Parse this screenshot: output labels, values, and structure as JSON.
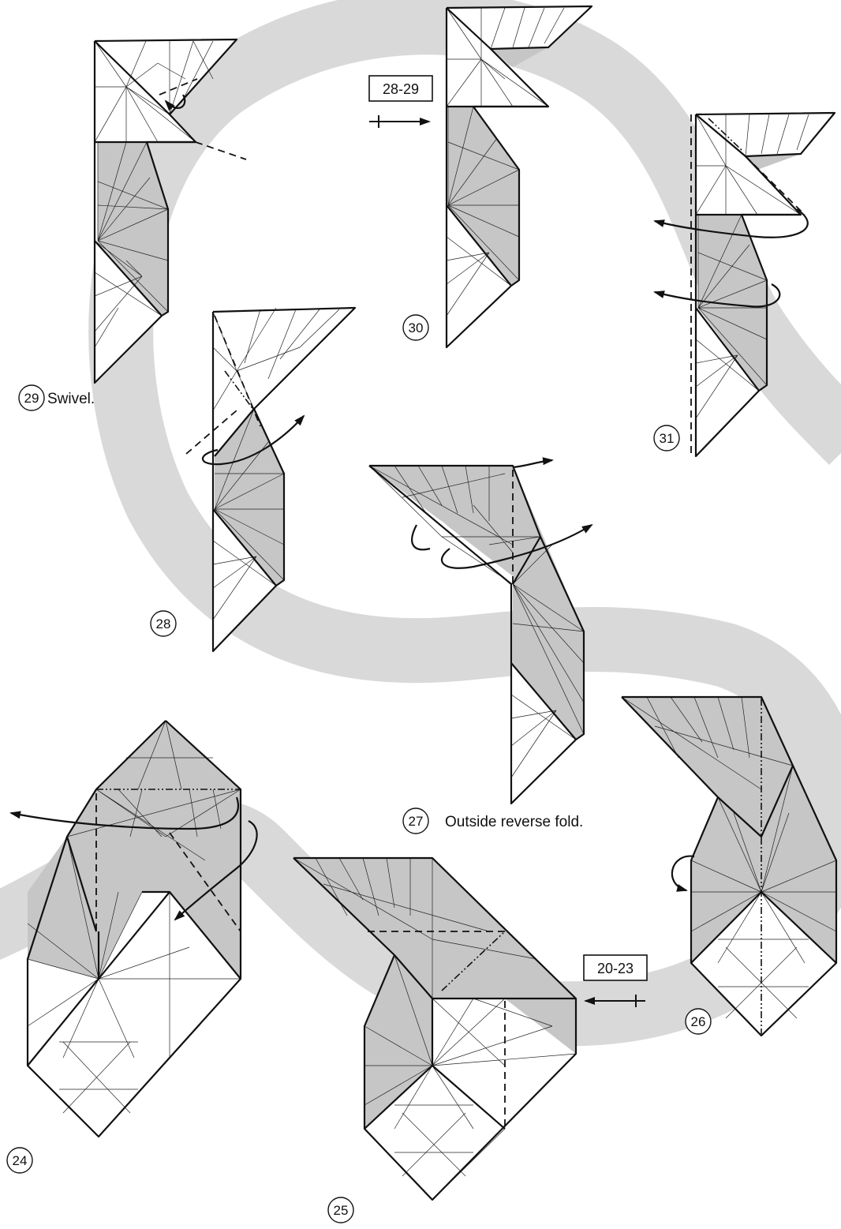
{
  "steps": [
    {
      "number": "24",
      "caption": ""
    },
    {
      "number": "25",
      "caption": ""
    },
    {
      "number": "26",
      "caption": ""
    },
    {
      "number": "27",
      "caption": "Outside reverse fold."
    },
    {
      "number": "28",
      "caption": ""
    },
    {
      "number": "29",
      "caption": "Swivel."
    },
    {
      "number": "30",
      "caption": ""
    },
    {
      "number": "31",
      "caption": ""
    }
  ],
  "repeat_boxes": [
    {
      "label": "28-29"
    },
    {
      "label": "20-23"
    }
  ],
  "colors": {
    "background": "#ffffff",
    "colored_side": "#c6c6c6",
    "white_side": "#ffffff",
    "lines": "#111111",
    "background_band": "#d9d9d9"
  }
}
